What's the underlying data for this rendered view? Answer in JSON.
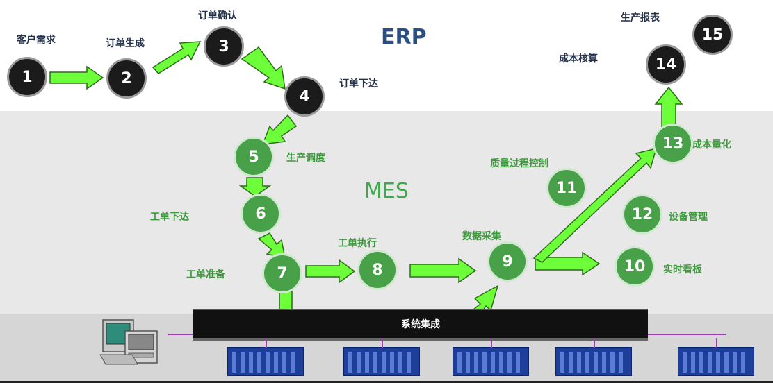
{
  "diagram": {
    "sections": {
      "erp": "ERP",
      "mes": "MES"
    },
    "bus_label": "系统集成",
    "nodes": [
      {
        "n": "1",
        "label": "客户需求",
        "layer": "erp"
      },
      {
        "n": "2",
        "label": "订单生成",
        "layer": "erp"
      },
      {
        "n": "3",
        "label": "订单确认",
        "layer": "erp"
      },
      {
        "n": "4",
        "label": "订单下达",
        "layer": "erp"
      },
      {
        "n": "5",
        "label": "生产调度",
        "layer": "mes"
      },
      {
        "n": "6",
        "label": "工单下达",
        "layer": "mes"
      },
      {
        "n": "7",
        "label": "工单准备",
        "layer": "mes"
      },
      {
        "n": "8",
        "label": "工单执行",
        "layer": "mes"
      },
      {
        "n": "9",
        "label": "数据采集",
        "layer": "mes"
      },
      {
        "n": "10",
        "label": "实时看板",
        "layer": "mes"
      },
      {
        "n": "11",
        "label": "质量过程控制",
        "layer": "mes"
      },
      {
        "n": "12",
        "label": "设备管理",
        "layer": "mes"
      },
      {
        "n": "13",
        "label": "成本量化",
        "layer": "mes"
      },
      {
        "n": "14",
        "label": "成本核算",
        "layer": "erp"
      },
      {
        "n": "15",
        "label": "生产报表",
        "layer": "erp"
      }
    ],
    "colors": {
      "erp_node": "#1b1b1b",
      "mes_node": "#48a048",
      "arrow": "#6dff3a",
      "bus": "#111111",
      "plc": "#1d3f9a"
    },
    "icons": [
      "computer-workstation-icon",
      "plc-rack-icon"
    ]
  }
}
